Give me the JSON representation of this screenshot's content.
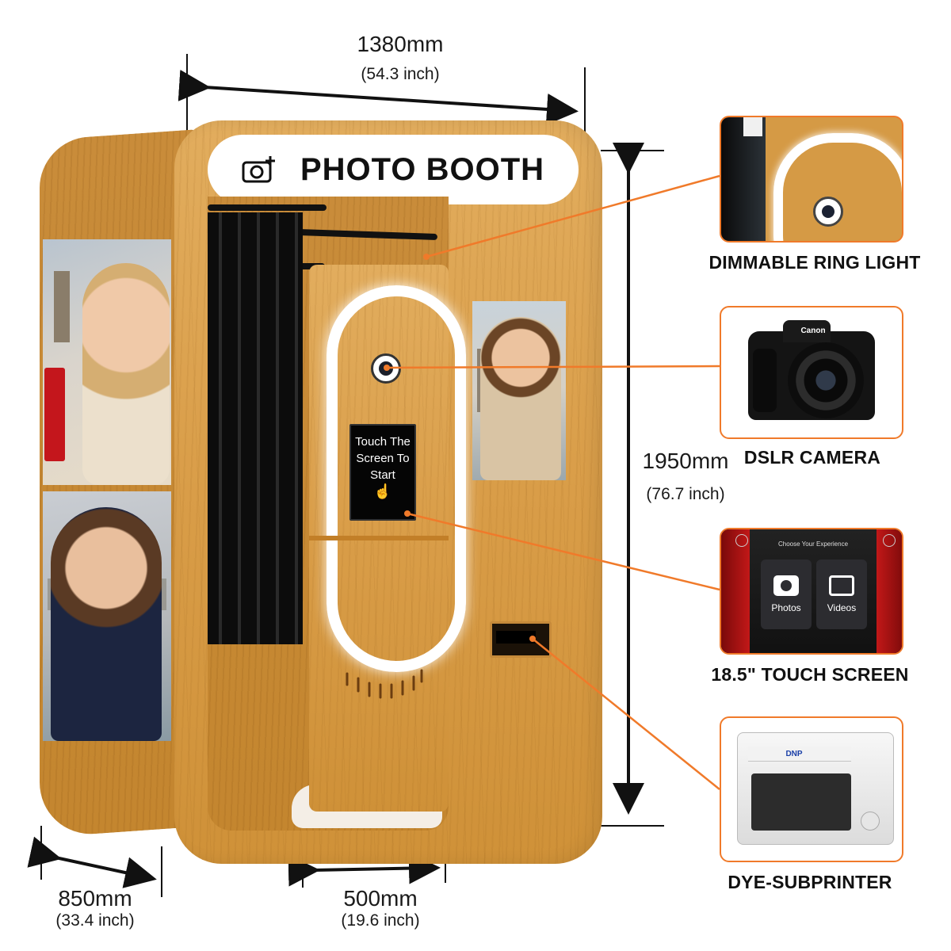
{
  "booth": {
    "sign_text": "PHOTO BOOTH",
    "screen_text_line1": "Touch The",
    "screen_text_line2": "Screen To",
    "screen_text_line3": "Start"
  },
  "dimensions": {
    "width": {
      "main": "1380mm",
      "sub": "(54.3 inch)"
    },
    "height": {
      "main": "1950mm",
      "sub": "(76.7 inch)"
    },
    "depth": {
      "main": "850mm",
      "sub": "(33.4 inch)"
    },
    "entry": {
      "main": "500mm",
      "sub": "(19.6 inch)"
    }
  },
  "features": [
    {
      "label": "DIMMABLE RING LIGHT",
      "icon": "ring-light-icon"
    },
    {
      "label": "DSLR CAMERA",
      "icon": "camera-icon",
      "brand": "Canon"
    },
    {
      "label": "18.5\" TOUCH SCREEN",
      "icon": "touch-screen-icon",
      "ui_title": "Choose Your Experience",
      "options": [
        "Photos",
        "Videos"
      ]
    },
    {
      "label": "DYE-SUBPRINTER",
      "icon": "printer-icon",
      "brand": "DNP"
    }
  ],
  "colors": {
    "accent": "#f07a2a",
    "wood": "#d99d48",
    "ring": "#ffffff"
  }
}
